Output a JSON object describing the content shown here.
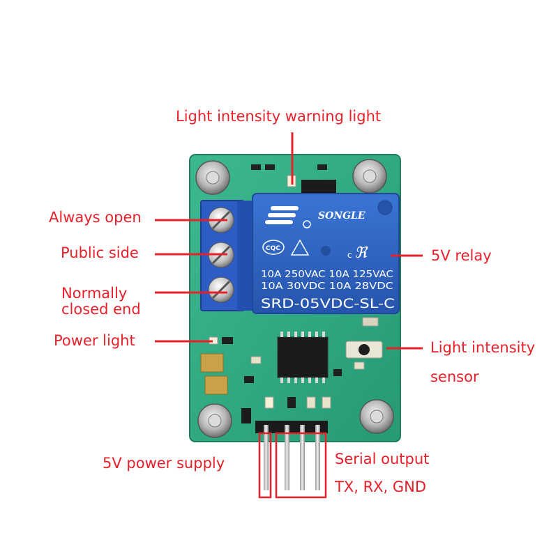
{
  "labels": {
    "warning_light": "Light intensity warning light",
    "always_open": "Always open",
    "public_side": "Public side",
    "normally_closed_line1": "Normally",
    "normally_closed_line2": "closed end",
    "power_light": "Power light",
    "relay": "5V relay",
    "sensor_line1": "Light intensity",
    "sensor_line2": "sensor",
    "power_supply": "5V power supply",
    "serial_output": "Serial output",
    "serial_pins": "TX, RX, GND"
  },
  "relay": {
    "brand": "SONGLE",
    "cert": "CQC",
    "ul_mark": "c",
    "rating_line1": "10A 250VAC  10A 125VAC",
    "rating_line2": "10A  30VDC  10A  28VDC",
    "model": "SRD-05VDC-SL-C"
  },
  "colors": {
    "annotation": "#e8202a",
    "pcb": "#2fa882",
    "relay": "#2f66c4",
    "terminal": "#2d5cc4"
  }
}
